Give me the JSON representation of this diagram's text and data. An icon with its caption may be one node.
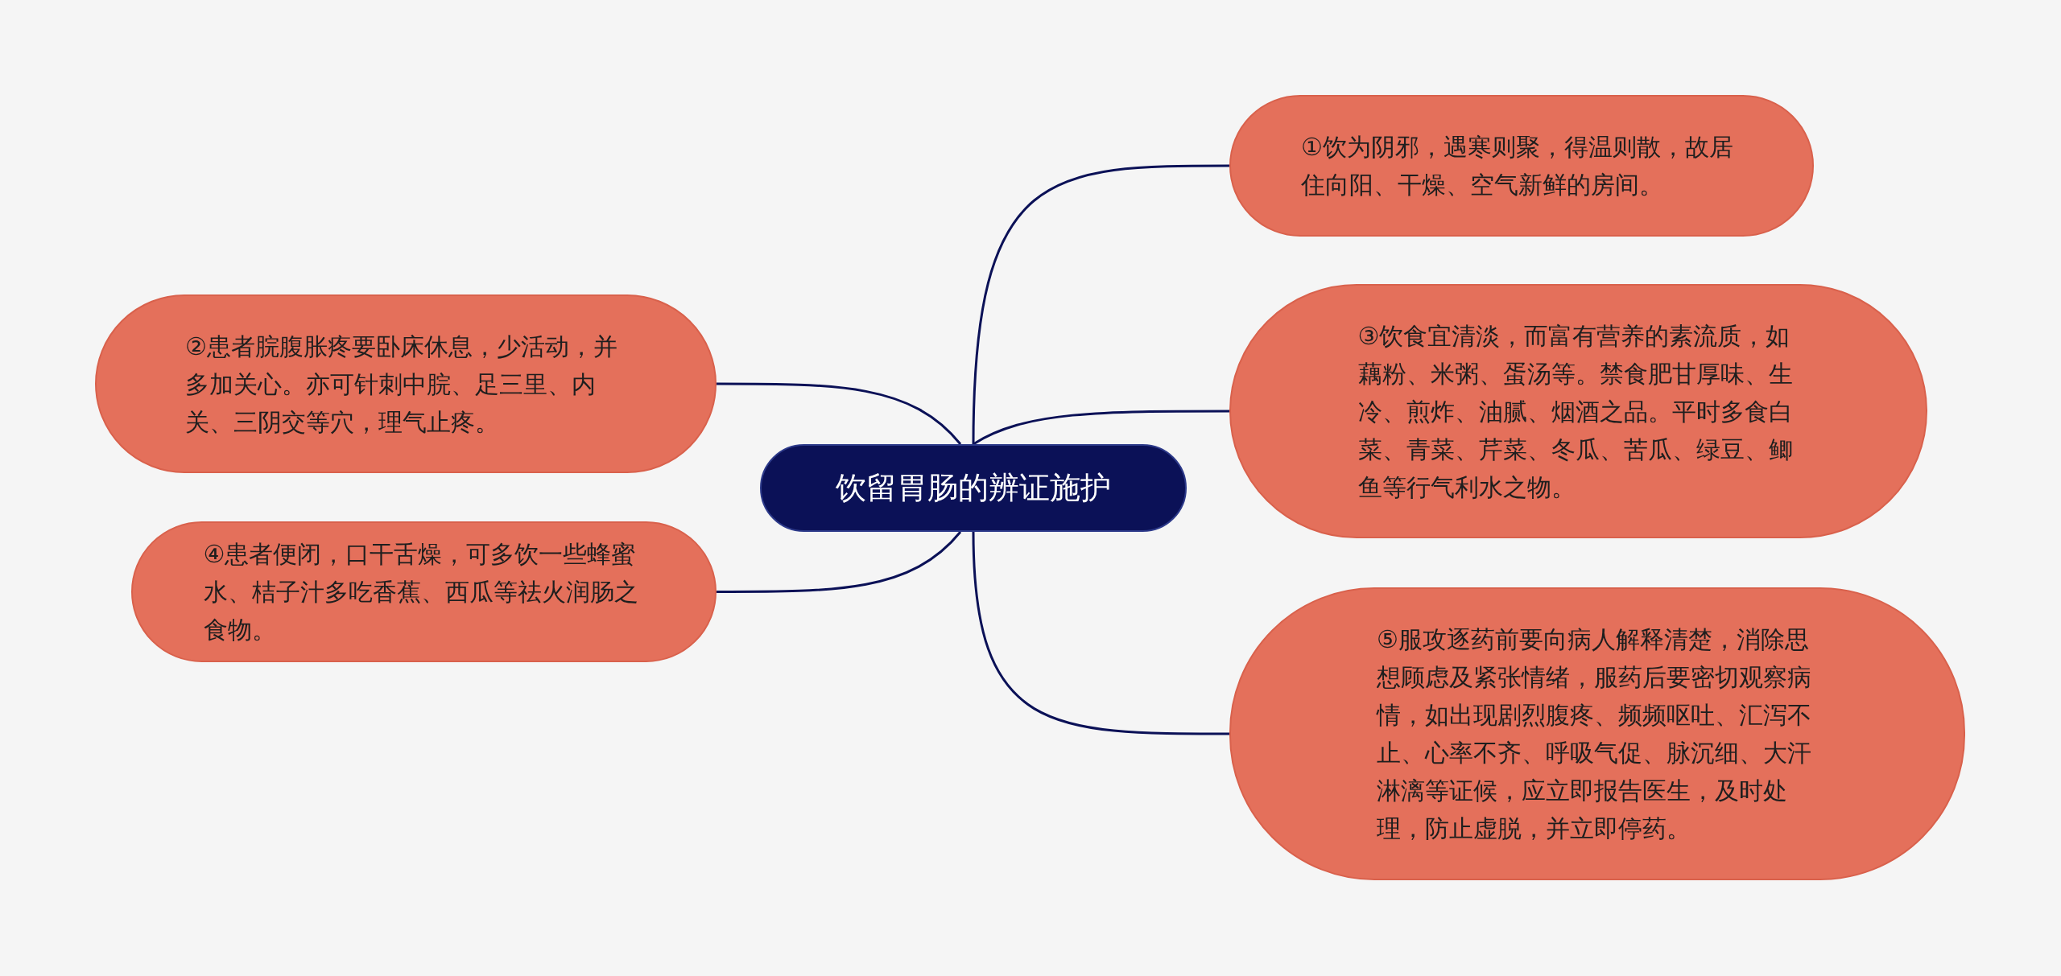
{
  "diagram": {
    "nodes": [
      {
        "text": [
          "饮留胃肠的辨证施护"
        ]
      },
      {
        "text": [
          "①饮为阴邪，遇寒则聚，得温则散，故居住向阳、干燥、空气新鲜的房间。"
        ]
      },
      {
        "text": [
          "②患者脘腹胀疼要卧床休息，少活动，并多加关心。亦可针刺中脘、足三里、内关、三阴交等穴，理气止疼。"
        ]
      },
      {
        "text": [
          "③饮食宜清淡，而富有营养的素流质，如藕粉、米粥、蛋汤等。禁食肥甘厚味、生冷、煎炸、油腻、烟酒之品。平时多食白菜、青菜、芹菜、冬瓜、苦瓜、绿豆、鲫鱼等行气利水之物。"
        ]
      },
      {
        "text": [
          "④患者便闭，口干舌燥，可多饮一些蜂蜜水、桔子汁多吃香蕉、西瓜等祛火润肠之食物。"
        ]
      },
      {
        "text": [
          "⑤服攻逐药前要向病人解释清楚，消除思想顾虑及紧张情绪，服药后要密切观察病情，如出现剧烈腹疼、频频呕吐、汇泻不止、心率不齐、呼吸气促、脉沉细、大汗淋漓等证候，应立即报告医生，及时处理，防止虚脱，并立即停药。"
        ]
      }
    ],
    "edges": [
      {
        "from": 0,
        "to": 1,
        "arrow": "none"
      },
      {
        "from": 0,
        "to": 2,
        "arrow": "none"
      },
      {
        "from": 0,
        "to": 3,
        "arrow": "none"
      },
      {
        "from": 0,
        "to": 4,
        "arrow": "none"
      },
      {
        "from": 0,
        "to": 5,
        "arrow": "none"
      }
    ]
  }
}
